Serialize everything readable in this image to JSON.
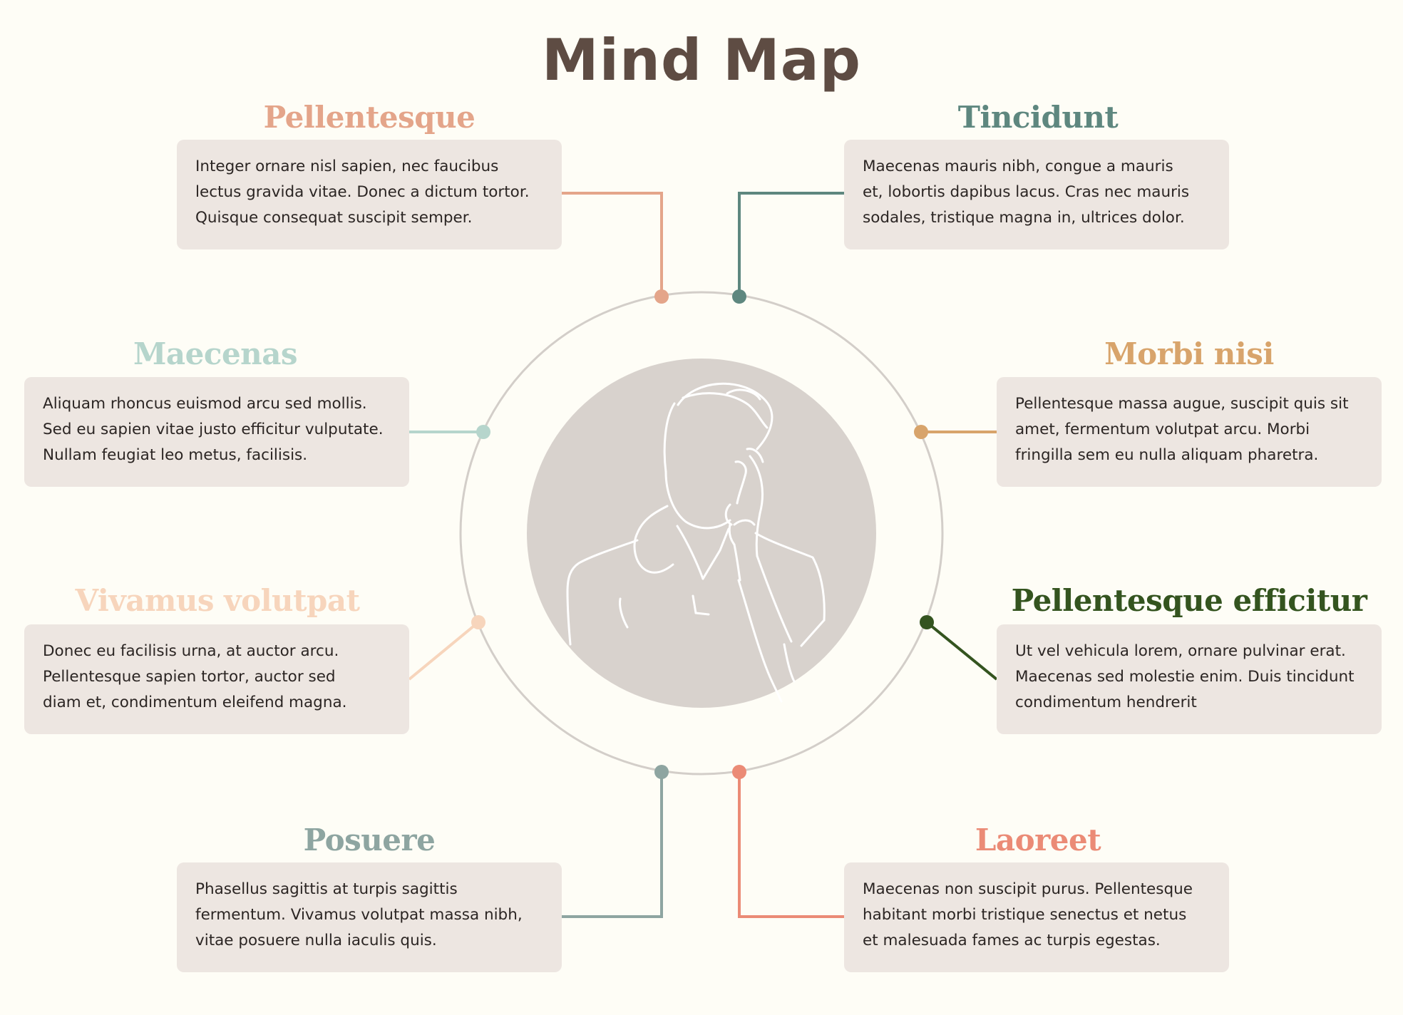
{
  "title": "Mind Map",
  "colors": {
    "background": "#fefdf6",
    "box": "#ede6e1",
    "title": "#5e4c43",
    "ring": "#d3cec9",
    "center_circle": "#d8d2cd",
    "line_art": "#ffffff"
  },
  "center": {
    "image": "thinking-person-line-art"
  },
  "nodes": [
    {
      "heading": "Pellentesque",
      "color": "#e4a58a",
      "lines": [
        "Integer ornare nisl sapien, nec faucibus",
        "lectus gravida vitae. Donec a dictum tortor.",
        "Quisque consequat suscipit semper."
      ]
    },
    {
      "heading": "Tincidunt",
      "color": "#5e877f",
      "lines": [
        "Maecenas mauris nibh, congue a mauris",
        "et, lobortis dapibus lacus. Cras nec mauris",
        "sodales, tristique magna in, ultrices dolor."
      ]
    },
    {
      "heading": "Maecenas",
      "color": "#b6d5cc",
      "lines": [
        "Aliquam rhoncus euismod arcu sed mollis.",
        "Sed eu sapien vitae justo efficitur vulputate.",
        "Nullam feugiat leo metus, facilisis."
      ]
    },
    {
      "heading": "Morbi nisi",
      "color": "#d8a46b",
      "lines": [
        "Pellentesque massa augue, suscipit quis sit",
        "amet, fermentum volutpat arcu. Morbi",
        "fringilla sem eu nulla aliquam pharetra."
      ]
    },
    {
      "heading": "Vivamus volutpat",
      "color": "#f7d5bc",
      "lines": [
        "Donec eu facilisis urna, at auctor arcu.",
        "Pellentesque sapien tortor, auctor sed",
        "diam et, condimentum eleifend magna."
      ]
    },
    {
      "heading": "Pellentesque efficitur",
      "color": "#34541f",
      "lines": [
        "Ut vel vehicula lorem, ornare pulvinar erat.",
        "Maecenas sed molestie enim. Duis tincidunt",
        "condimentum hendrerit"
      ]
    },
    {
      "heading": "Posuere",
      "color": "#8ea5a1",
      "lines": [
        "Phasellus sagittis at turpis sagittis",
        "fermentum. Vivamus volutpat massa nibh,",
        "vitae posuere nulla iaculis quis."
      ]
    },
    {
      "heading": "Laoreet",
      "color": "#eb8b76",
      "lines": [
        "Maecenas non suscipit purus. Pellentesque",
        "habitant morbi tristique senectus et netus",
        "et malesuada fames ac turpis egestas."
      ]
    }
  ]
}
